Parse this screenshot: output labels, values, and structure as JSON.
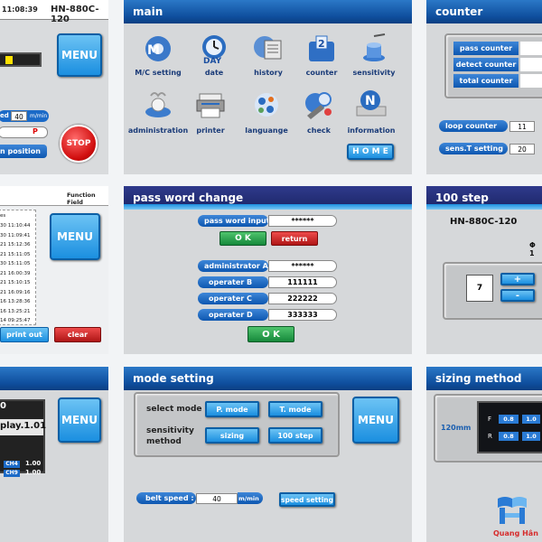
{
  "p1": {
    "time": "11:08:39",
    "model": "HN-880C-120",
    "menu": "MENU",
    "speed_label": "ed",
    "speed_value": "40",
    "speed_unit": "m/min",
    "p_value": "P",
    "position": "n position",
    "stop": "STOP"
  },
  "main": {
    "title": "main",
    "icons": [
      {
        "name": "mc-setting",
        "label": "M/C setting"
      },
      {
        "name": "date",
        "label": "date"
      },
      {
        "name": "history",
        "label": "history"
      },
      {
        "name": "counter",
        "label": "counter"
      },
      {
        "name": "sensitivity",
        "label": "sensitivity"
      },
      {
        "name": "administration",
        "label": "administration"
      },
      {
        "name": "printer",
        "label": "printer"
      },
      {
        "name": "language",
        "label": "languange"
      },
      {
        "name": "check",
        "label": "check"
      },
      {
        "name": "information",
        "label": "information"
      }
    ],
    "home": "H O M E"
  },
  "counter": {
    "title": "counter",
    "rows": [
      "pass counter",
      "detect counter",
      "total counter"
    ],
    "loop_label": "loop counter",
    "loop_value": "11",
    "sens_label": "sens.T setting",
    "sens_value": "20"
  },
  "p4": {
    "title": "Function Field",
    "col_label": "es",
    "rows": [
      "30 11:10:44",
      "30 11:09:41",
      "21 15:12:36",
      "21 15:11:05",
      "30 15:11:05",
      "21 16:00:39",
      "21 15:10:15",
      "21 16:09:16",
      "16 13:28:36",
      "16 13:25:21",
      "14 09:25:47"
    ],
    "menu": "MENU",
    "print": "print out",
    "clear": "clear"
  },
  "pw": {
    "title": "pass word change",
    "input_label": "pass word input",
    "input_value": "******",
    "ok": "O K",
    "ret": "return",
    "users": [
      {
        "label": "administrator A",
        "value": "******"
      },
      {
        "label": "operater B",
        "value": "111111"
      },
      {
        "label": "operater C",
        "value": "222222"
      },
      {
        "label": "operater D",
        "value": "333333"
      }
    ],
    "ok2": "O K"
  },
  "step": {
    "title": "100 step",
    "model": "HN-880C-120",
    "phi": "Φ 1",
    "count": "7",
    "plus": "+",
    "minus": "-"
  },
  "p7": {
    "line1": "0",
    "line2": "play.1.01",
    "menu": "MENU",
    "ch4": "CH4",
    "ch4v": "1.00",
    "ch9": "CH9",
    "ch9v": "1.00"
  },
  "mode": {
    "title": "mode setting",
    "select_label": "select mode",
    "p_mode": "P. mode",
    "t_mode": "T. mode",
    "sens_label1": "sensitivity",
    "sens_label2": "method",
    "sizing": "sizing",
    "step": "100 step",
    "menu": "MENU",
    "belt_label": "belt speed :",
    "belt_value": "40",
    "belt_unit": "m/min",
    "speed_setting": "speed setting"
  },
  "sizing": {
    "title": "sizing method",
    "mm": "120mm",
    "f": "F",
    "r": "R",
    "f1": "0.8",
    "f2": "1.0",
    "r1": "0.8",
    "r2": "1.0"
  },
  "logo": {
    "name": "Quang Hân"
  },
  "colors": {
    "header": "#0f4f9e",
    "blue_btn": "#1b8fe0",
    "green": "#16893b",
    "red": "#b01616"
  }
}
